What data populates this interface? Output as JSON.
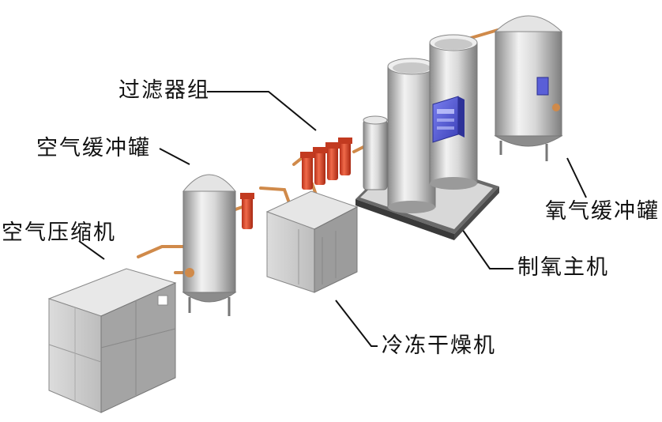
{
  "labels": {
    "filter_group": "过滤器组",
    "air_buffer_tank": "空气缓冲罐",
    "air_compressor": "空气压缩机",
    "oxygen_buffer_tank": "氧气缓冲罐",
    "oxygen_generator": "制氧主机",
    "refrigerated_dryer": "冷冻干燥机"
  },
  "colors": {
    "pipe": "#d08a4a",
    "filter": "#e2462a",
    "steel_light": "#f4f4f4",
    "steel_dark": "#8e8e8e",
    "control_panel": "#5a5fd8",
    "leader_line": "#111111"
  }
}
